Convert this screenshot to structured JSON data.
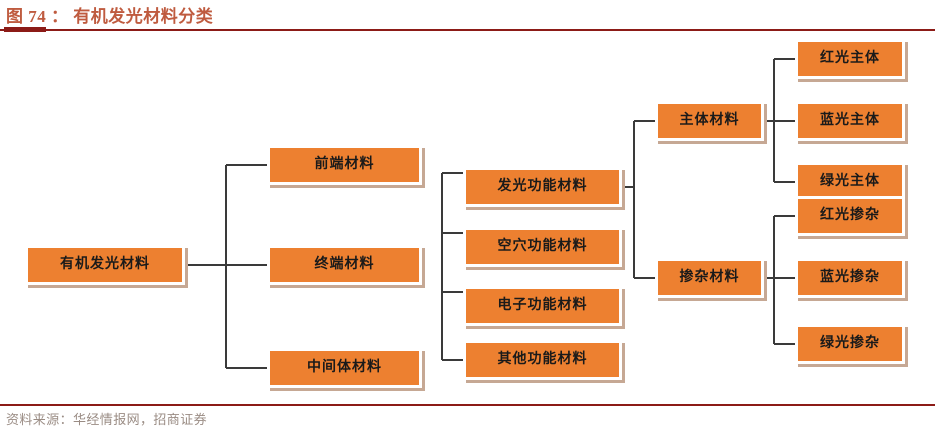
{
  "header": {
    "figure_label": "图 74",
    "separator": "：",
    "title": "有机发光材料分类",
    "full_title": "图 74 ： 有机发光材料分类",
    "accent_color": "#8c1b17",
    "title_color": "#bf5b3f"
  },
  "footer": {
    "source_text": "资料来源：华经情报网，招商证券",
    "text_color": "#9a8c84"
  },
  "diagram": {
    "node_fill": "#ed8030",
    "node_border": "#ffffff",
    "node_shadow": "#c6a894",
    "connector_color": "#3a3a3a",
    "root": {
      "label": "有机发光材料"
    },
    "level2": [
      {
        "label": "前端材料"
      },
      {
        "label": "终端材料"
      },
      {
        "label": "中间体材料"
      }
    ],
    "level3": [
      {
        "label": "发光功能材料"
      },
      {
        "label": "空穴功能材料"
      },
      {
        "label": "电子功能材料"
      },
      {
        "label": "其他功能材料"
      }
    ],
    "level4": [
      {
        "label": "主体材料"
      },
      {
        "label": "掺杂材料"
      }
    ],
    "level5_host": [
      {
        "label": "红光主体"
      },
      {
        "label": "蓝光主体"
      },
      {
        "label": "绿光主体"
      }
    ],
    "level5_dopant": [
      {
        "label": "红光掺杂"
      },
      {
        "label": "蓝光掺杂"
      },
      {
        "label": "绿光掺杂"
      }
    ]
  }
}
